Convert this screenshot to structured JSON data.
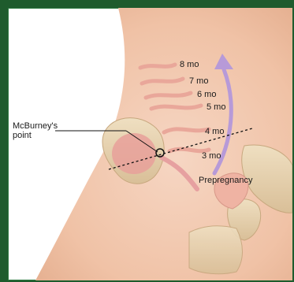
{
  "diagram": {
    "left_label_line1": "McBurney's",
    "left_label_line2": "point",
    "months": [
      "8 mo",
      "7 mo",
      "6 mo",
      "5 mo",
      "4 mo",
      "3 mo"
    ],
    "baseline_label": "Prepregnancy"
  },
  "colors": {
    "frame": "#1e5b2d",
    "skin": "#f4c8ae",
    "uterus": "#e8a694",
    "bone": "#e7d3b2",
    "arrow": "#b79ad8"
  }
}
